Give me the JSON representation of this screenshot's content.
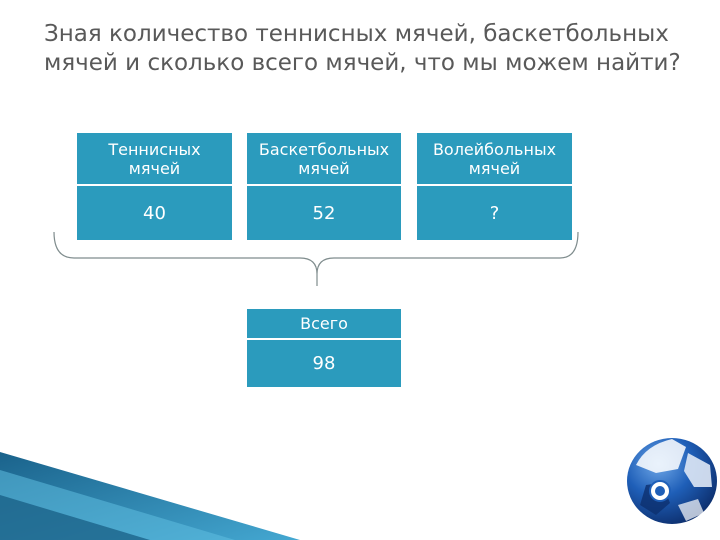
{
  "slide": {
    "title": "Зная количество теннисных мячей, баскетбольных мячей и сколько всего мячей, что мы можем найти?"
  },
  "table": {
    "headers": [
      {
        "line1": "Теннисных",
        "line2": "мячей"
      },
      {
        "line1": "Баскетбольных",
        "line2": "мячей"
      },
      {
        "line1": "Волейбольных",
        "line2": "мячей"
      }
    ],
    "values": [
      "40",
      "52",
      "?"
    ]
  },
  "total": {
    "label": "Всего",
    "value": "98"
  },
  "colors": {
    "cell": "#2b9bbd",
    "title": "#595959",
    "deco_dark": "#0e5a85",
    "deco_light": "#4fb3d9"
  },
  "icons": {
    "ball": "soccer-ball-icon"
  }
}
